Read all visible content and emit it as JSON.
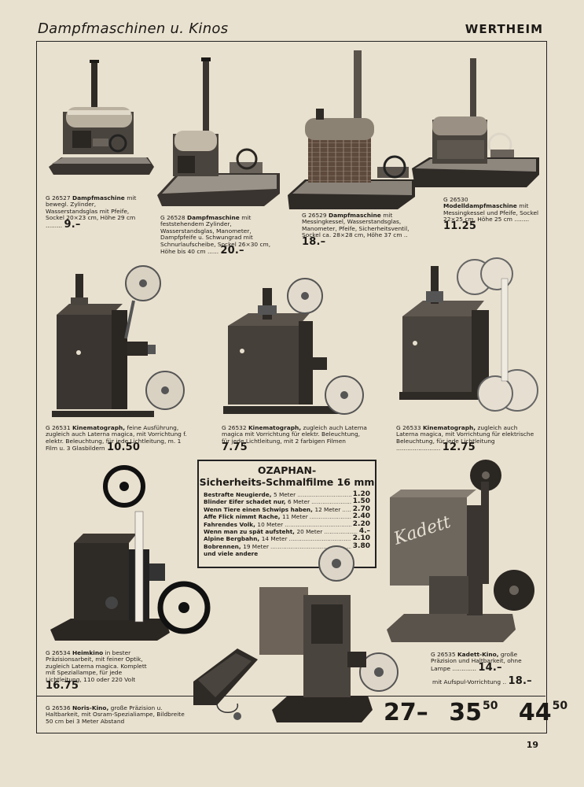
{
  "header": {
    "section_title": "Dampfmaschinen u. Kinos",
    "brand": "WERTHEIM"
  },
  "products": [
    {
      "code": "G 26527",
      "name": "Dampfmaschine",
      "desc": "mit bewegl. Zylinder, Wasserstandsglas mit Pfeife, Sockel 20×23 cm, Höhe 29 cm",
      "price": "9.–"
    },
    {
      "code": "G 26528",
      "name": "Dampfmaschine",
      "desc": "mit feststehendem Zylinder, Wasserstandsglas, Manometer, Dampfpfeife u. Schwungrad mit Schnurlaufscheibe, Sockel 26×30 cm, Höhe bis 40 cm",
      "price": "20.–"
    },
    {
      "code": "G 26529",
      "name": "Dampfmaschine",
      "desc": "mit Messingkessel, Wasserstandsglas, Manometer, Pfeife, Sicherheitsventil, Sockel ca. 28×28 cm, Höhe 37 cm",
      "price": "18.–"
    },
    {
      "code": "G 26530",
      "name": "Modelldampfmaschine",
      "desc": "mit Messingkessel und Pfeife, Sockel 22×25 cm, Höhe 25 cm",
      "price": "11.25"
    },
    {
      "code": "G 26531",
      "name": "Kinematograph,",
      "desc": "feine Ausführung, zugleich auch Laterna magica, mit Vorrichtung f. elektr. Beleuchtung, für jede Lichtleitung, m. 1 Film u. 3 Glasbildern",
      "price": "10.50"
    },
    {
      "code": "G 26532",
      "name": "Kinematograph,",
      "desc": "zugleich auch Laterna magica mit Vorrichtung für elektr. Beleuchtung, für jede Lichtleitung, mit 2 farbigen Filmen",
      "price": "7.75"
    },
    {
      "code": "G 26533",
      "name": "Kinematograph,",
      "desc": "zugleich auch Laterna magica, mit Vorrichtung für elektrische Beleuchtung, für jede Lichtleitung",
      "price": "12.75"
    },
    {
      "code": "G 26534",
      "name": "Heimkino",
      "desc": "in bester Präzisionsarbeit, mit feiner Optik, zugleich Laterna magica. Komplett mit Speziallampe, für jede Lichtleitung, 110 oder 220 Volt",
      "price": "16.75"
    },
    {
      "code": "G 26535",
      "name": "Kadett-Kino,",
      "desc": "große Präzision und Haltbarkeit, ohne Lampe",
      "price": "14.–",
      "desc2": "mit Aufspul-Vorrichtung",
      "price2": "18.–"
    },
    {
      "code": "G 26536",
      "name": "Noris-Kino,",
      "desc": "große Präzision u. Haltbarkeit, mit Osram-Spezialiampe, Bildbreite 50 cm bei 3 Meter Abstand"
    }
  ],
  "films_box": {
    "title_line1": "OZAPHAN-",
    "title_line2": "Sicherheits-Schmalfilme 16 mm",
    "items": [
      {
        "title": "Bestrafte Neugierde,",
        "length": "5 Meter",
        "price": "1.20"
      },
      {
        "title": "Blinder Eifer schadet nur,",
        "length": "6 Meter",
        "price": "1.50"
      },
      {
        "title": "Wenn Tiere einen Schwips haben,",
        "length": "12 Meter",
        "price": "2.70"
      },
      {
        "title": "Affe Flick nimmt Rache,",
        "length": "11 Meter",
        "price": "2.40"
      },
      {
        "title": "Fahrendes Volk,",
        "length": "10 Meter",
        "price": "2.20"
      },
      {
        "title": "Wenn man zu spät aufsteht,",
        "length": "20 Meter",
        "price": "4.–"
      },
      {
        "title": "Alpine Bergbahn,",
        "length": "14 Meter",
        "price": "2.10"
      },
      {
        "title": "Bobrennen,",
        "length": "19 Meter",
        "price": "3.80"
      }
    ],
    "footer": "und viele andere"
  },
  "big_prices": [
    {
      "main": "27–",
      "sup": ""
    },
    {
      "main": "35",
      "sup": "50"
    },
    {
      "main": "44",
      "sup": "50"
    }
  ],
  "page_number": "19",
  "logo_text": "Kadett"
}
